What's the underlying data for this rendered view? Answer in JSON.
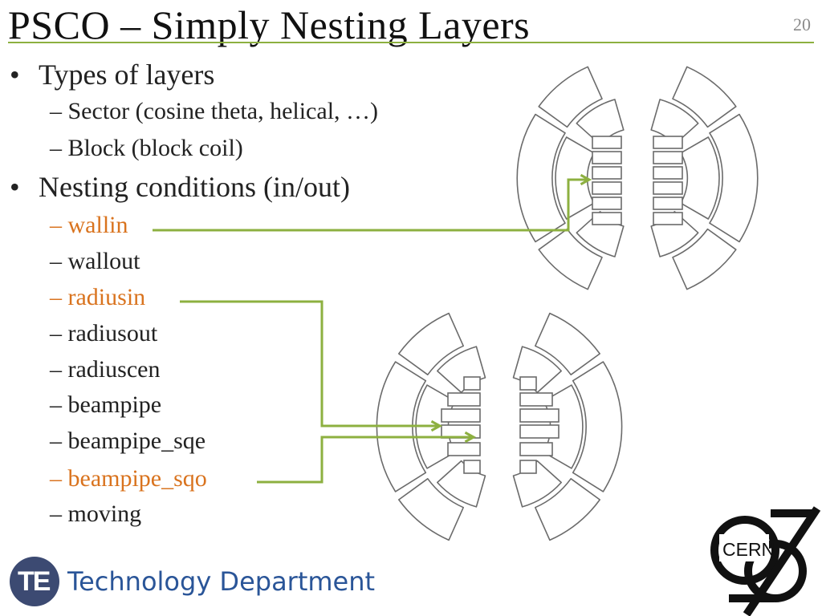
{
  "slide": {
    "title": "PSCO – Simply Nesting Layers",
    "number": "20"
  },
  "bullets": {
    "types_heading": "Types of layers",
    "types": [
      "Sector (cosine theta, helical, …)",
      "Block (block coil)"
    ],
    "nesting_heading": "Nesting conditions (in/out)",
    "nesting": [
      {
        "label": "wallin",
        "highlight": true
      },
      {
        "label": "wallout",
        "highlight": false
      },
      {
        "label": "radiusin",
        "highlight": true
      },
      {
        "label": "radiusout",
        "highlight": false
      },
      {
        "label": "radiuscen",
        "highlight": false
      },
      {
        "label": "beampipe",
        "highlight": false
      },
      {
        "label": "beampipe_sqe",
        "highlight": false
      },
      {
        "label": "beampipe_sqo",
        "highlight": true
      },
      {
        "label": "moving",
        "highlight": false
      }
    ],
    "dash": "–",
    "bullet": "•"
  },
  "footer": {
    "te_badge": "TE",
    "department": "Technology Department",
    "cern_logo_text": "CERN"
  },
  "colors": {
    "accent_green": "#8db040",
    "highlight_orange": "#d9731e",
    "te_blue": "#3c4a72",
    "dept_blue": "#2a5598"
  }
}
